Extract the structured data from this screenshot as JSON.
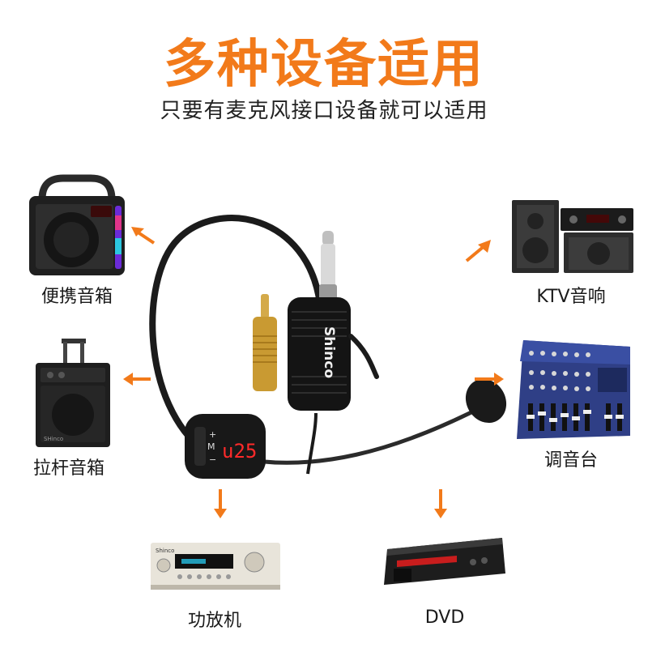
{
  "header": {
    "title": "多种设备适用",
    "subtitle": "只要有麦克风接口设备就可以适用"
  },
  "devices": {
    "portable_speaker": "便携音箱",
    "trolley_speaker": "拉杆音箱",
    "ktv_audio": "KTV音响",
    "mixer": "调音台",
    "amplifier": "功放机",
    "dvd": "DVD"
  },
  "product": {
    "receiver_brand": "Shinco",
    "display_reading": "u25",
    "button_plus": "+",
    "button_m": "M",
    "button_minus": "−"
  },
  "speaker_brand": "SHinco",
  "amp_brand": "Shinco",
  "colors": {
    "title": "#f27a1a",
    "arrow": "#f27a1a",
    "display": "#ff2a2a"
  }
}
